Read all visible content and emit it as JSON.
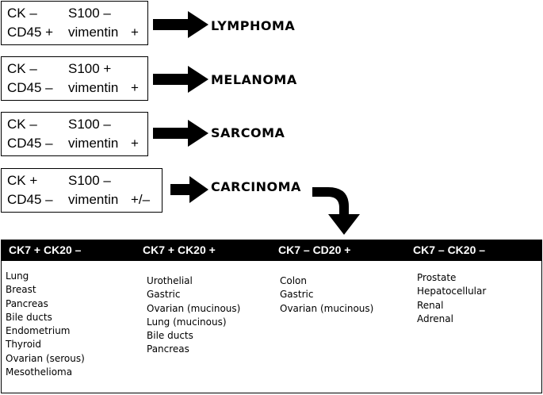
{
  "rows": [
    {
      "markers": [
        [
          "CK –",
          "S100 –",
          ""
        ],
        [
          "CD45 +",
          "vimentin",
          "+"
        ]
      ],
      "diagnosis": "LYMPHOMA"
    },
    {
      "markers": [
        [
          "CK –",
          "S100 +",
          ""
        ],
        [
          "CD45 –",
          "vimentin",
          "+"
        ]
      ],
      "diagnosis": "MELANOMA"
    },
    {
      "markers": [
        [
          "CK –",
          "S100 –",
          ""
        ],
        [
          "CD45 –",
          "vimentin",
          "+"
        ]
      ],
      "diagnosis": "SARCOMA"
    },
    {
      "markers": [
        [
          "CK +",
          "S100 –",
          ""
        ],
        [
          "CD45 –",
          "vimentin",
          "+/–"
        ]
      ],
      "diagnosis": "CARCINOMA"
    }
  ],
  "table": {
    "header_bg": "#000000",
    "header_fg": "#ffffff",
    "columns": [
      {
        "header": "CK7 + CK20 –",
        "items": [
          "Lung",
          "Breast",
          "Pancreas",
          "Bile ducts",
          "Endometrium",
          "Thyroid",
          "Ovarian (serous)",
          "Mesothelioma"
        ]
      },
      {
        "header": "CK7 + CK20 +",
        "items": [
          "Urothelial",
          "Gastric",
          "Ovarian (mucinous)",
          "Lung (mucinous)",
          "Bile ducts",
          "Pancreas"
        ]
      },
      {
        "header": "CK7 – CD20 +",
        "items": [
          "Colon",
          "Gastric",
          "Ovarian (mucinous)"
        ]
      },
      {
        "header": "CK7 – CK20 –",
        "items": [
          "Prostate",
          "Hepatocellular",
          "Renal",
          "Adrenal"
        ]
      }
    ]
  }
}
